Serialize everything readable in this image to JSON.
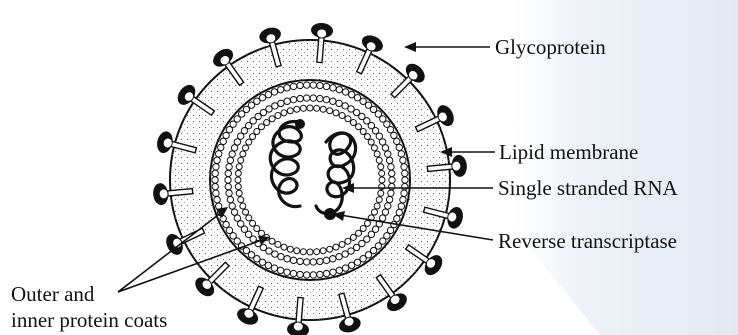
{
  "labels": {
    "glycoprotein": "Glycoprotein",
    "lipid_membrane": "Lipid membrane",
    "single_stranded_rna": "Single stranded RNA",
    "reverse_transcriptase": "Reverse transcriptase",
    "protein_coats_line1": "Outer and",
    "protein_coats_line2": "inner protein coats"
  },
  "colors": {
    "ink": "#111111",
    "background_tint": "#e6ecf5"
  }
}
